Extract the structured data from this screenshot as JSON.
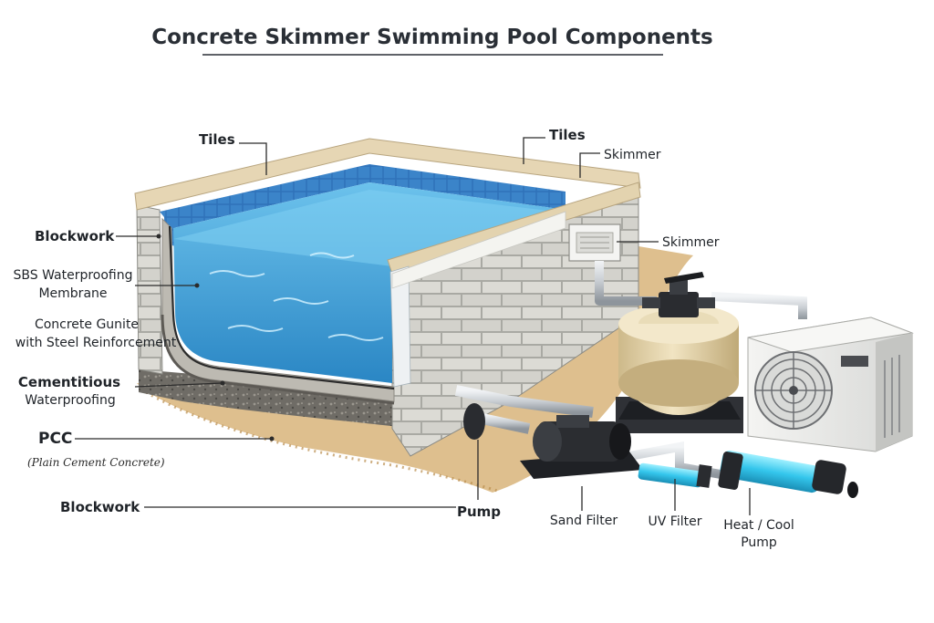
{
  "title": "Concrete Skimmer Swimming Pool Components",
  "labels": {
    "tiles_left": "Tiles",
    "tiles_right": "Tiles",
    "skimmer_top": "Skimmer",
    "skimmer_mid": "Skimmer",
    "blockwork_upper": "Blockwork",
    "sbs_line1": "SBS Waterproofing",
    "sbs_line2": "Membrane",
    "gunite_line1": "Concrete Gunite",
    "gunite_line2": "with Steel Reinforcement",
    "cementitious_line1": "Cementitious",
    "cementitious_line2": "Waterproofing",
    "pcc": "PCC",
    "pcc_full": "(Plain Cement Concrete)",
    "blockwork_lower": "Blockwork",
    "pump": "Pump",
    "sand_filter": "Sand Filter",
    "uv_filter": "UV Filter",
    "heat_pump_line1": "Heat / Cool",
    "heat_pump_line2": "Pump"
  },
  "colors": {
    "water": "#4fa9d9",
    "tile": "#2d6fb8",
    "coping": "#e6d6b4",
    "block": "#d9d8d2",
    "soil": "#d8b47a",
    "tank": "#e9d9b0",
    "uv_glow": "#3fd0f0"
  },
  "icons": [
    "fan-grille-icon",
    "multiport-valve-icon"
  ]
}
